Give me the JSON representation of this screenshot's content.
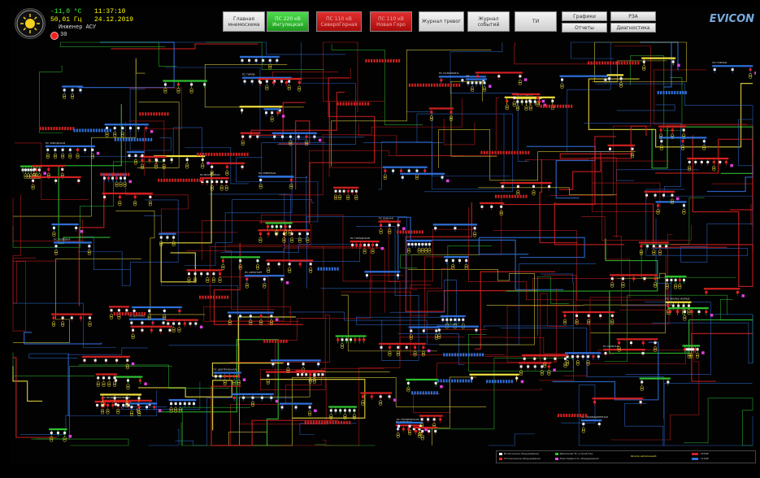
{
  "header": {
    "temperature": "-11,0 °C",
    "time": "11:37:10",
    "frequency": "50,01 Гц",
    "date": "24.12.2019",
    "user": "Инженер АСУ",
    "alarm_count": "30"
  },
  "nav": [
    {
      "label": "Главная\nмнемосхема",
      "style": "gray"
    },
    {
      "label": "ПС 220 кВ\nИнгулецкая",
      "style": "green"
    },
    {
      "label": "ПС 110 кВ\nСевероГорная",
      "style": "red"
    },
    {
      "label": "ПС 110 кВ\nНовая Горо",
      "style": "red"
    },
    {
      "label": "Журнал тревог",
      "style": "gray"
    },
    {
      "label": "Журнал\nсобытий",
      "style": "gray"
    },
    {
      "label": "ТИ",
      "style": "gray"
    },
    {
      "label": "Графики",
      "style": "gray"
    },
    {
      "label": "РЗА",
      "style": "gray"
    },
    {
      "label": "Отчеты",
      "style": "gray"
    },
    {
      "label": "Диагностика",
      "style": "gray"
    }
  ],
  "brand": "EVICON",
  "diagram": {
    "titles": [
      "ПС ОСМАРКИНА",
      "ТИ",
      "ПС ИНДУСТРИАЛЬНАЯ",
      "ПС ПУРИБ",
      "ПС КОМНАЯ",
      "ПС ЗАВОДСКАЯ",
      "ПС ЮЖНАЯ",
      "ПС БОРОВАЯ",
      "ПС ЦЕНТРАЛЬНАЯ",
      "ПС ЗАПАДНАЯ",
      "ПС ВЕРХНЯЯ",
      "ПС ГОРНАЯ",
      "ПС ТЕХНИЧЕСКАЯ",
      "ПС ЖИЛЬЕ ЖАРЫЕ",
      "ПС ВОСТОЧНАЯ",
      "ПС ГОРОДСКАЯ",
      "ПС ПРОМЫШЛЕННАЯ",
      "ПС АЭРОПОРТ",
      "ПС СЕВЕРНАЯ",
      "ПС ПОЛЕВАЯ"
    ]
  },
  "legend": [
    "Включенное оборудование",
    "Отключенное оборудование",
    "Движение ЗС устройства",
    "Неисправность оборудования",
    "Шкала напряжений",
    "220кВ",
    "110кВ"
  ],
  "colors": {
    "bus_red": "#d02020",
    "bus_blue": "#2f6fd8",
    "bus_yellow": "#f0e040",
    "bus_green": "#30c030",
    "bus_pink": "#e040e0"
  }
}
